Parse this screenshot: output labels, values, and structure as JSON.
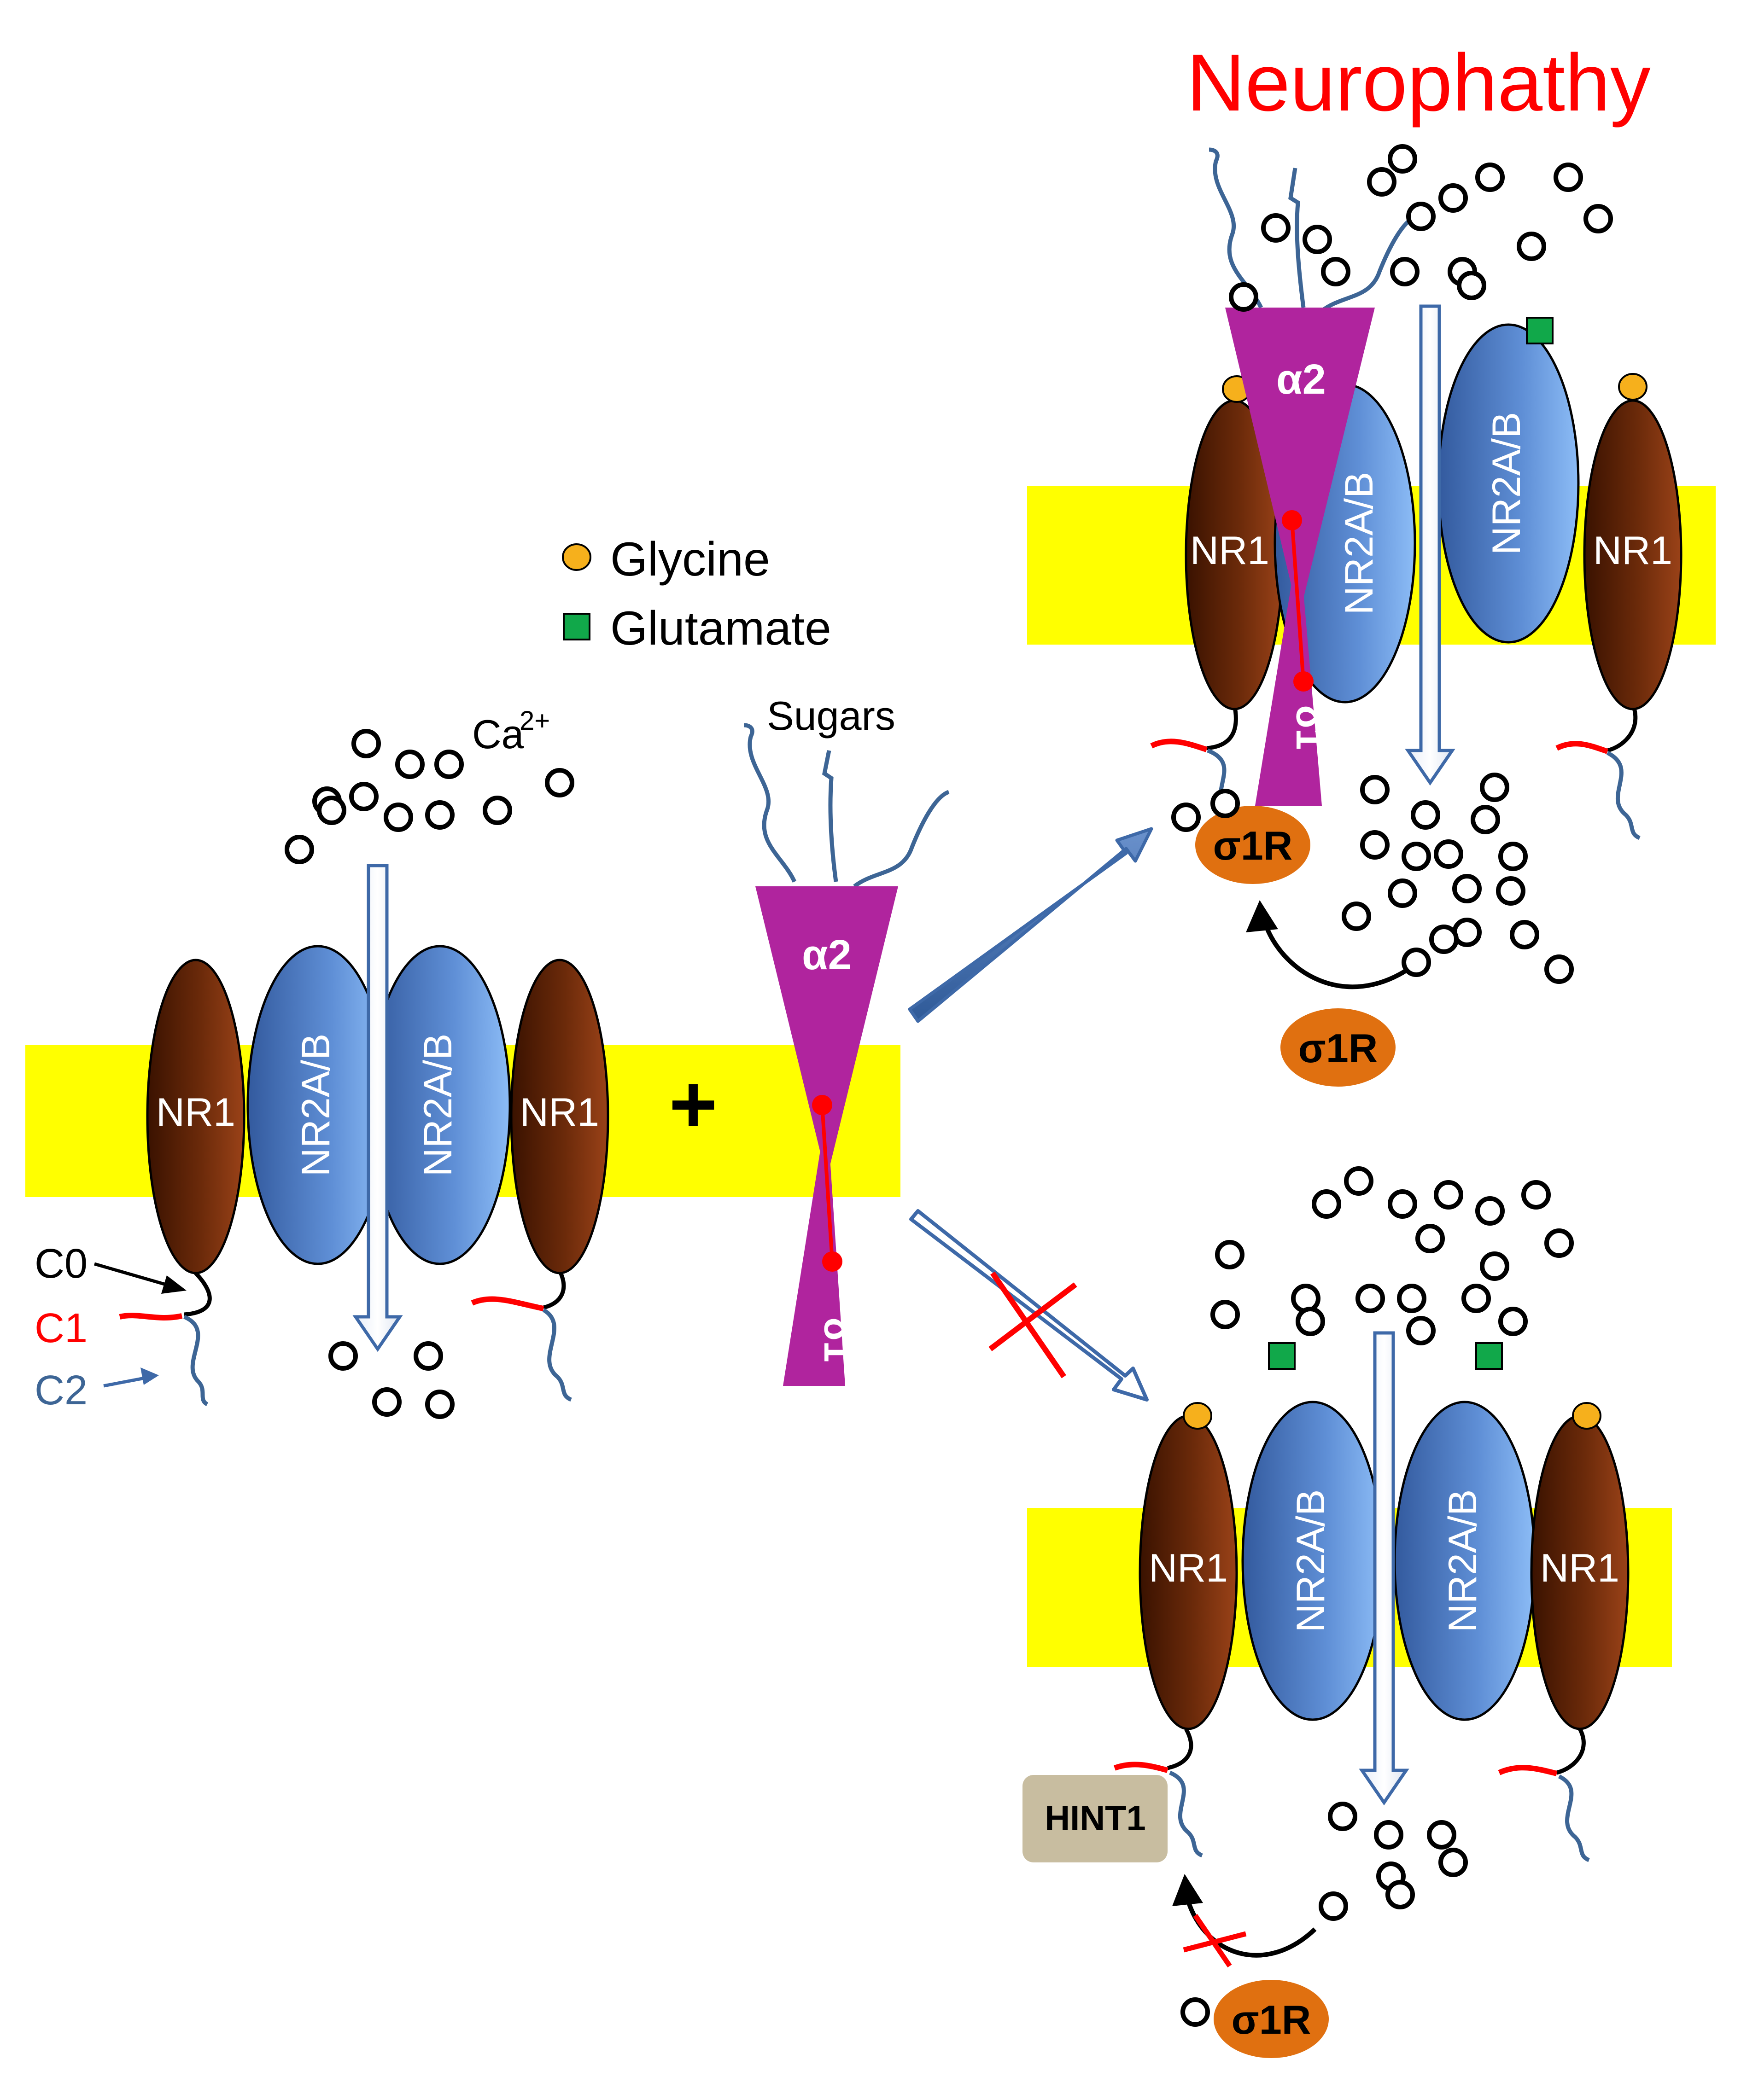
{
  "title": "Neurophathy",
  "legend": {
    "glycine": "Glycine",
    "glutamate": "Glutamate"
  },
  "labels": {
    "nr1": "NR1",
    "nr2": "NR2A/B",
    "ca": "Ca",
    "ca_sup": "2+",
    "sugars": "Sugars",
    "alpha2": "α2",
    "delta1": "δ1",
    "sigma1r": "σ1R",
    "hint1": "HINT1",
    "plus": "+",
    "c0": "C0",
    "c1": "C1",
    "c2": "C2"
  },
  "colors": {
    "membrane": "#ffff00",
    "nr1_dark": "#4a1a00",
    "nr1_mid": "#8a3a10",
    "nr2_dark": "#3c62a8",
    "nr2_light": "#7fb0ee",
    "alpha_delta": "#b0249e",
    "sigma": "#e07010",
    "hint1": "#c8bda0",
    "title": "#ff0000",
    "glycine": "#f6b01c",
    "glutamate": "#11a84a",
    "arrow": "#3e69a8",
    "tail_blue": "#3d6595",
    "tail_red": "#ff0000"
  }
}
